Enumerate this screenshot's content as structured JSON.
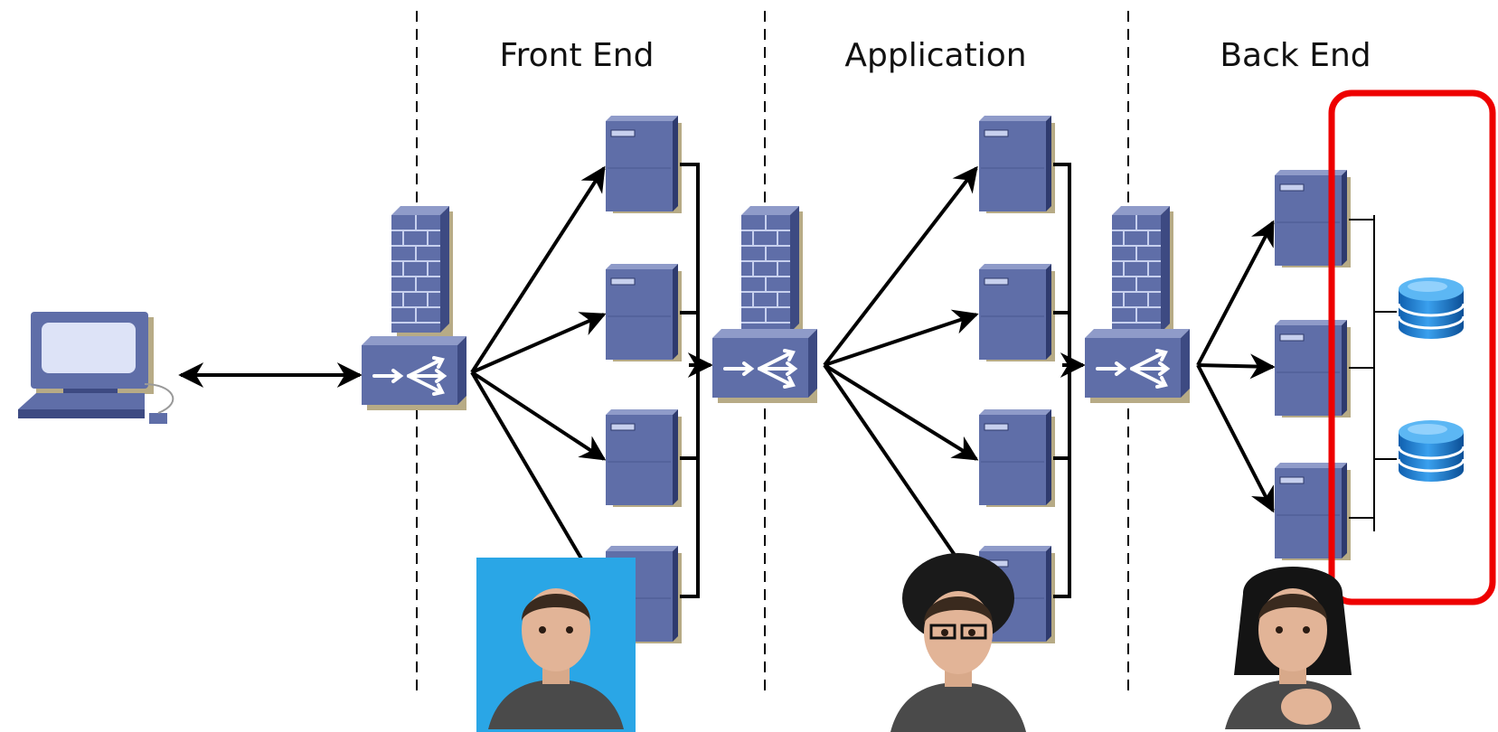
{
  "tiers": [
    {
      "id": "front-end",
      "label": "Front End",
      "server_count": 4
    },
    {
      "id": "application",
      "label": "Application",
      "server_count": 4
    },
    {
      "id": "back-end",
      "label": "Back End",
      "server_count": 3,
      "database_count": 2
    }
  ],
  "icons": {
    "client": "desktop-computer-icon",
    "firewall": "firewall-icon",
    "load_balancer": "load-balancer-icon",
    "server": "server-icon",
    "database": "database-icon",
    "person": "person-photo"
  },
  "colors": {
    "device_blue": "#5f6ea8",
    "device_dark": "#3d4a82",
    "database_blue": "#1a7fd1",
    "highlight_red": "#ee0000",
    "line": "#000000",
    "photo_backdrop": "#2aa6e6"
  },
  "highlight": {
    "target": "back-end-databases"
  }
}
